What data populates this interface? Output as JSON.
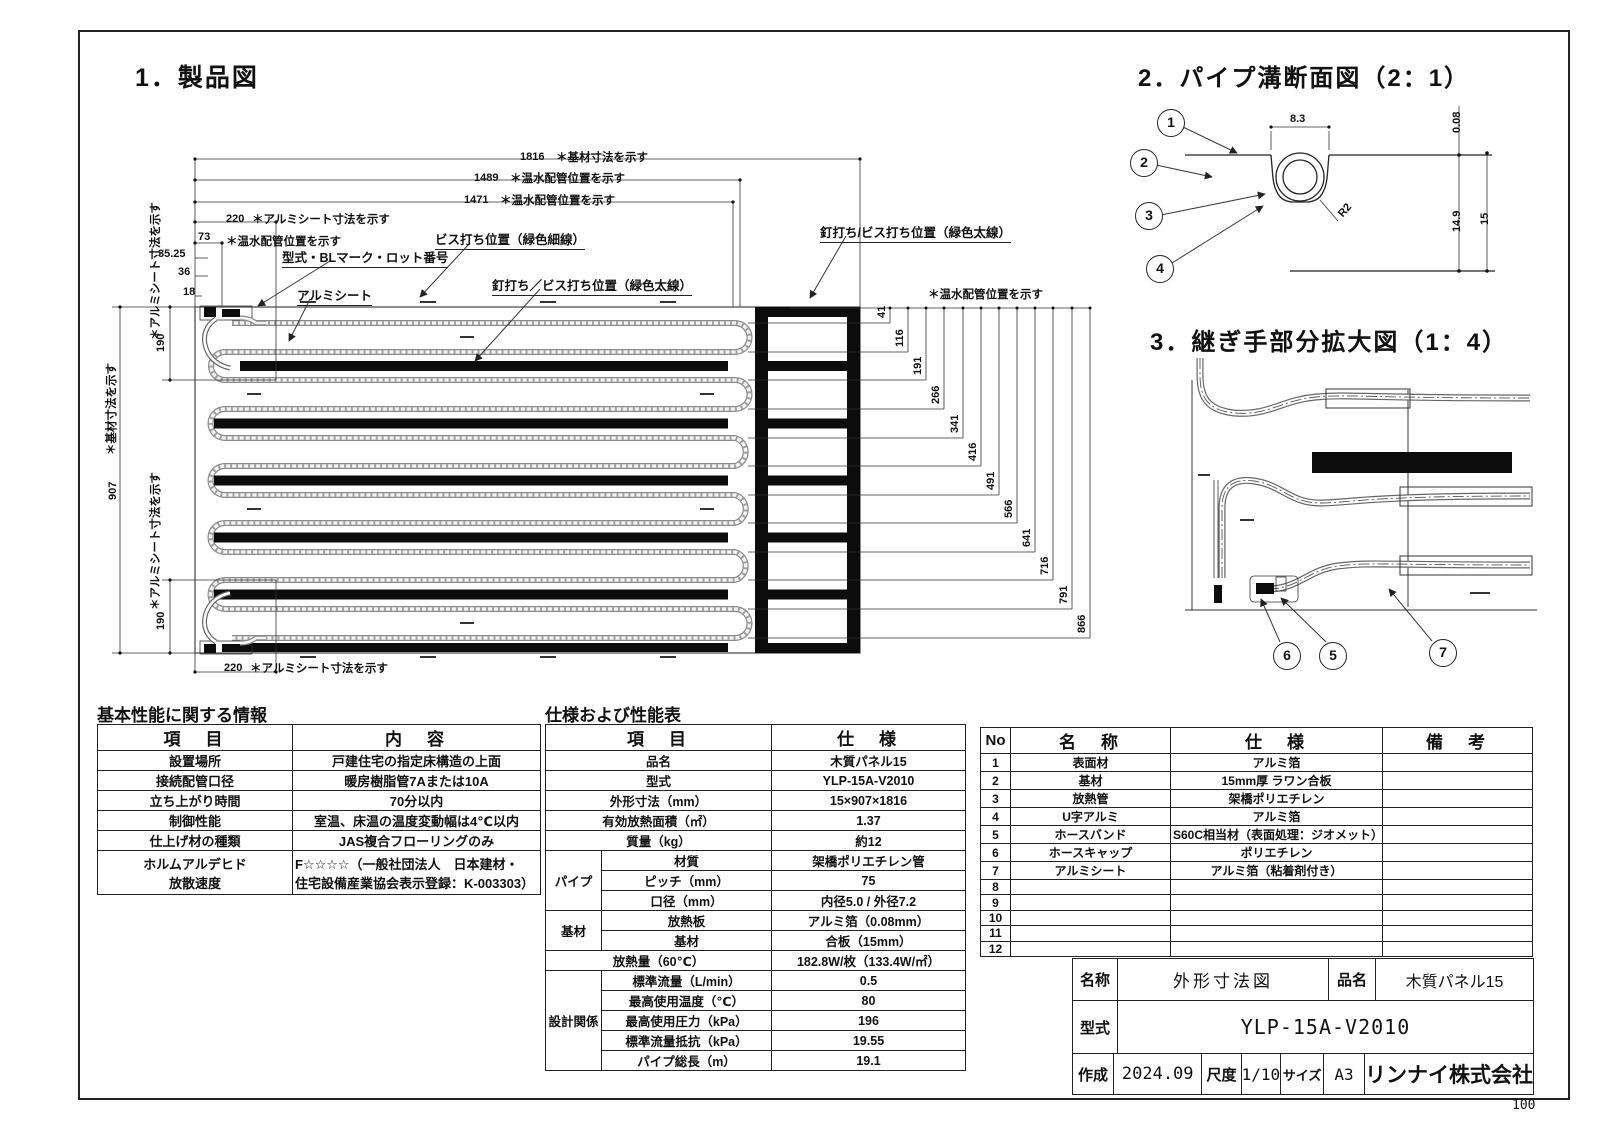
{
  "page": {
    "number": "100"
  },
  "titles": {
    "s1": "1．製品図",
    "s2": "2．パイプ溝断面図（2：1）",
    "s3": "3．継ぎ手部分拡大図（1：4）"
  },
  "drawing": {
    "top_dims": [
      {
        "v": "1816",
        "n": "＊基材寸法を示す"
      },
      {
        "v": "1489",
        "n": "＊温水配管位置を示す"
      },
      {
        "v": "1471",
        "n": "＊温水配管位置を示す"
      },
      {
        "v": "220",
        "n": "＊アルミシート寸法を示す"
      },
      {
        "v": "73",
        "n": "＊温水配管位置を示す"
      },
      {
        "v": "35.25"
      },
      {
        "v": "36"
      },
      {
        "v": "18"
      }
    ],
    "left_dims": {
      "d190": "190",
      "d907": "907",
      "n_alumi": "＊アルミシート寸法を示す",
      "n_kizai": "＊基材寸法を示す"
    },
    "bottom_dim": {
      "v": "220",
      "n": "＊アルミシート寸法を示す"
    },
    "right_chain": {
      "n": "＊温水配管位置を示す",
      "values": [
        "41",
        "116",
        "191",
        "266",
        "341",
        "416",
        "491",
        "566",
        "641",
        "716",
        "791",
        "866"
      ]
    },
    "labels": {
      "model": "型式・BLマーク・ロット番号",
      "screw_thin": "ビス打ち位置（緑色細線）",
      "nail_thick": "釘打ち／ビス打ち位置（緑色太線）",
      "nail_thick2": "釘打ち/ビス打ち位置（緑色太線）",
      "alumi_sheet": "アルミシート"
    }
  },
  "groove": {
    "balloons": [
      "1",
      "2",
      "3",
      "4"
    ],
    "dims": {
      "width": "8.3",
      "foil": "0.08",
      "depth": "14.9",
      "board": "15",
      "radius": "R2"
    }
  },
  "joint": {
    "balloons": [
      "5",
      "6",
      "7"
    ]
  },
  "basic_table": {
    "title": "基本性能に関する情報",
    "headers": [
      "項　目",
      "内　容"
    ],
    "rows": [
      [
        "設置場所",
        "戸建住宅の指定床構造の上面"
      ],
      [
        "接続配管口径",
        "暖房樹脂管7Aまたは10A"
      ],
      [
        "立ち上がり時間",
        "70分以内"
      ],
      [
        "制御性能",
        "室温、床温の温度変動幅は4℃以内"
      ],
      [
        "仕上げ材の種類",
        "JAS複合フローリングのみ"
      ],
      [
        "ホルムアルデヒド\n放散速度",
        "F☆☆☆☆（一般社団法人　日本建材・\n住宅設備産業協会表示登録：K-003303）"
      ]
    ]
  },
  "spec_table": {
    "title": "仕様および性能表",
    "headers": [
      "項　目",
      "仕　様"
    ],
    "groups": {
      "pipe": "パイプ",
      "base": "基材",
      "design": "設計関係"
    },
    "rows": [
      {
        "item": "品名",
        "value": "木質パネル15"
      },
      {
        "item": "型式",
        "value": "YLP-15A-V2010"
      },
      {
        "item": "外形寸法（mm）",
        "value": "15×907×1816"
      },
      {
        "item": "有効放熱面積（㎡）",
        "value": "1.37"
      },
      {
        "item": "質量（kg）",
        "value": "約12"
      },
      {
        "item": "材質",
        "value": "架橋ポリエチレン管"
      },
      {
        "item": "ピッチ（mm）",
        "value": "75"
      },
      {
        "item": "口径（mm）",
        "value": "内径5.0 / 外径7.2"
      },
      {
        "item": "放熱板",
        "value": "アルミ箔（0.08mm）"
      },
      {
        "item": "基材",
        "value": "合板（15mm）"
      },
      {
        "item": "放熱量（60℃）",
        "value": "182.8W/枚（133.4W/㎡）"
      },
      {
        "item": "標準流量（L/min）",
        "value": "0.5"
      },
      {
        "item": "最高使用温度（℃）",
        "value": "80"
      },
      {
        "item": "最高使用圧力（kPa）",
        "value": "196"
      },
      {
        "item": "標準流量抵抗（kPa）",
        "value": "19.55"
      },
      {
        "item": "パイプ総長（m）",
        "value": "19.1"
      }
    ]
  },
  "parts_table": {
    "headers": [
      "No",
      "名　称",
      "仕　様",
      "備　考"
    ],
    "rows": [
      {
        "no": "1",
        "name": "表面材",
        "spec": "アルミ箔",
        "note": ""
      },
      {
        "no": "2",
        "name": "基材",
        "spec": "15mm厚 ラワン合板",
        "note": ""
      },
      {
        "no": "3",
        "name": "放熱管",
        "spec": "架橋ポリエチレン",
        "note": ""
      },
      {
        "no": "4",
        "name": "U字アルミ",
        "spec": "アルミ箔",
        "note": ""
      },
      {
        "no": "5",
        "name": "ホースバンド",
        "spec": "S60C相当材（表面処理：ジオメット）",
        "note": ""
      },
      {
        "no": "6",
        "name": "ホースキャップ",
        "spec": "ポリエチレン",
        "note": ""
      },
      {
        "no": "7",
        "name": "アルミシート",
        "spec": "アルミ箔（粘着剤付き）",
        "note": ""
      },
      {
        "no": "8",
        "name": "",
        "spec": "",
        "note": ""
      },
      {
        "no": "9",
        "name": "",
        "spec": "",
        "note": ""
      },
      {
        "no": "10",
        "name": "",
        "spec": "",
        "note": ""
      },
      {
        "no": "11",
        "name": "",
        "spec": "",
        "note": ""
      },
      {
        "no": "12",
        "name": "",
        "spec": "",
        "note": ""
      }
    ]
  },
  "title_block": {
    "name_label": "名称",
    "name_value": "外形寸法図",
    "item_label": "品名",
    "item_value": "木質パネル15",
    "model_label": "型式",
    "model_value": "YLP-15A-V2010",
    "date_label": "作成",
    "date_value": "2024.09",
    "scale_label": "尺度",
    "scale_value": "1/10",
    "size_label": "サイズ",
    "size_value": "A3",
    "company": "リンナイ株式会社"
  }
}
